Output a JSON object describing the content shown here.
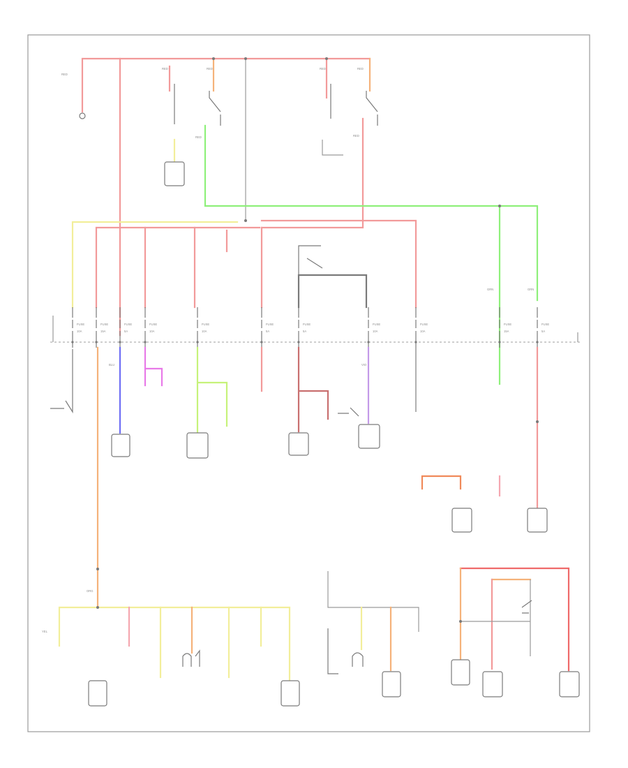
{
  "diagram": {
    "type": "wiring-diagram",
    "footer_code": "",
    "wire_colors": {
      "red": "#f29a9a",
      "green": "#8ef07a",
      "gray": "#7a7a7a",
      "yellow": "#f2ee9a",
      "orange": "#f5b27a",
      "blue": "#6f6ff5",
      "magenta": "#e87ae8",
      "lime": "#c6f27a",
      "violet": "#c49ae8",
      "brown": "#c97070",
      "pink": "#f5a7b0",
      "dark-orange": "#f08a5a",
      "bright-red": "#ef6a6a"
    },
    "fuse_labels": [
      "FUSE",
      "FUSE",
      "FUSE",
      "FUSE",
      "FUSE",
      "FUSE",
      "FUSE",
      "FUSE",
      "FUSE",
      "FUSE",
      "FUSE"
    ],
    "fuse_ratings": [
      "10A",
      "15A",
      "5A",
      "10A",
      "10A",
      "5A",
      "5A",
      "10A",
      "10A",
      "15A",
      "5A"
    ],
    "component_captions": [
      "",
      "",
      "",
      "",
      "",
      "",
      "",
      "",
      "",
      "",
      "",
      "",
      "",
      "",
      "",
      "",
      "",
      "",
      ""
    ],
    "wire_codes": [
      "RED",
      "RED",
      "RED",
      "RED",
      "RED",
      "RED",
      "RED",
      "GRN",
      "GRN",
      "YEL",
      "ORG",
      "BLU",
      "VIO"
    ]
  }
}
